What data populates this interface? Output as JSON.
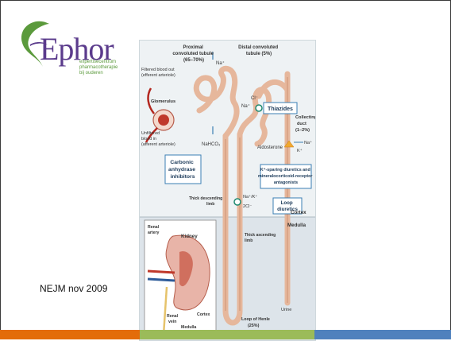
{
  "logo": {
    "wordmark": "Ephor",
    "subtitle_lines": [
      "expertisecentrum",
      "pharmacotherapie",
      "bij ouderen"
    ]
  },
  "citation": "NEJM nov 2009",
  "figure": {
    "labels": {
      "proximal": "Proximal convoluted tubule (65–70%)",
      "distal": "Distal convoluted tubule (5%)",
      "filtered": "Filtered blood out (efferent arteriole)",
      "glomerulus": "Glomerulus",
      "unfiltered": "Unfiltered blood in (afferent arteriole)",
      "na_plus": "Na⁺",
      "cl_minus": "Cl⁻",
      "na_plus_2": "Na⁺",
      "thiazides": "Thiazides",
      "collecting_duct": "Collecting duct (1–2%)",
      "nahco3": "NaHCO₃",
      "aldosterone": "Aldosterone",
      "na_plus_3": "Na⁺",
      "k_plus": "K⁺",
      "carbonic": "Carbonic anhydrase inhibitors",
      "k_sparing": "K⁺-sparing diuretics and mineralocorticoid-receptor antagonists",
      "nak": "Na⁺/K⁺",
      "two_cl": "2Cl⁻",
      "loop_diuretics": "Loop diuretics",
      "thick_descending": "Thick descending limb",
      "cortex": "Cortex",
      "medulla": "Medulla",
      "thick_ascending": "Thick ascending limb",
      "renal_artery": "Renal artery",
      "kidney": "Kidney",
      "renal_vein": "Renal vein",
      "cortex_small": "Cortex",
      "medulla_small": "Medulla",
      "urine": "Urine",
      "loop_henle": "Loop of Henle (25%)"
    }
  },
  "colors": {
    "logo_purple": "#5b3b8c",
    "logo_green": "#5b9a3c",
    "bar_orange": "#e36c0a",
    "bar_green": "#9bbb59",
    "bar_blue": "#4f81bd",
    "tubule": "#e6b79c",
    "drug_box_border": "#3b7fb3"
  }
}
